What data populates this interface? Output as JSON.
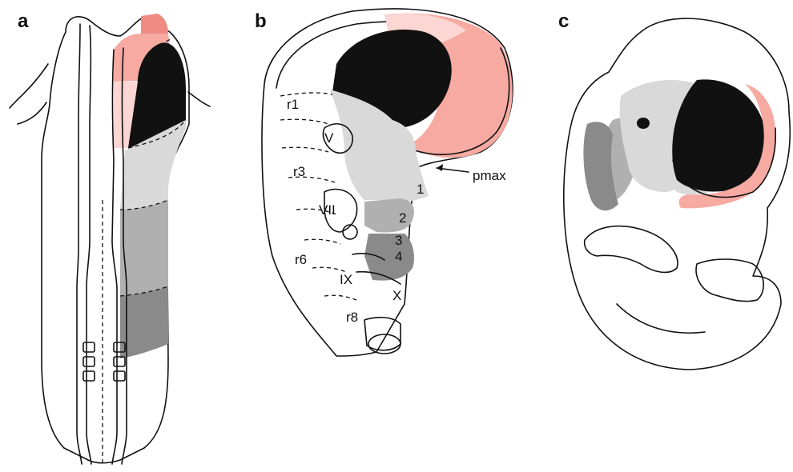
{
  "colors": {
    "black": "#111111",
    "light_gray": "#d9d9d9",
    "mid_gray": "#b0b0b0",
    "dark_gray": "#8a8a8a",
    "pink_light": "#fbd6d2",
    "pink_mid": "#f6aaa2",
    "pink_dark": "#ee8c84"
  },
  "panels": {
    "a": {
      "letter": "a"
    },
    "b": {
      "letter": "b",
      "labels": {
        "r1": "r1",
        "r3": "r3",
        "r6": "r6",
        "r8": "r8",
        "nerve_V": "V",
        "nerve_VII": "VII",
        "nerve_IX": "IX",
        "nerve_X": "X",
        "arch_1": "1",
        "arch_2": "2",
        "arch_3": "3",
        "arch_4": "4",
        "pmax": "pmax"
      }
    },
    "c": {
      "letter": "c"
    }
  }
}
